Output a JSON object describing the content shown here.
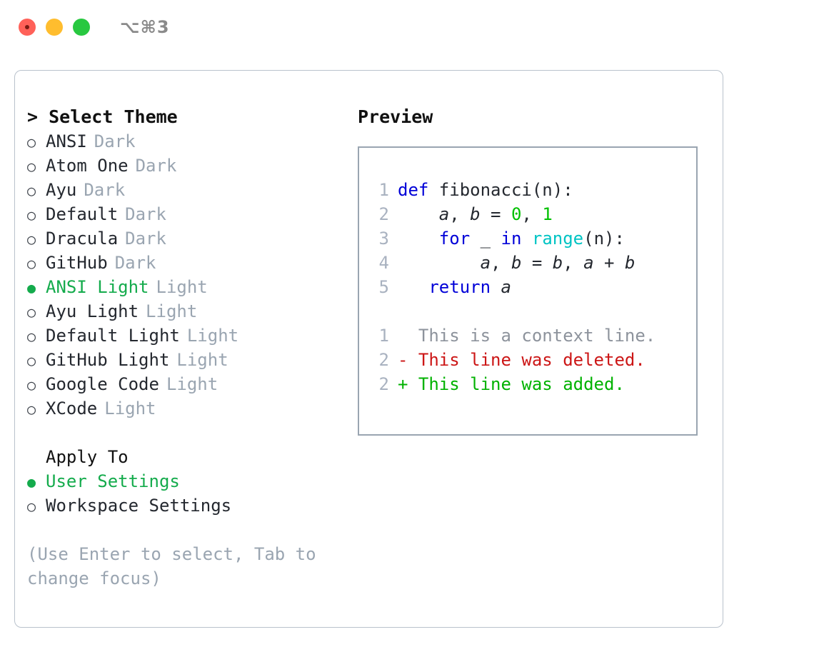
{
  "titlebar": {
    "shortcut": "⌥⌘3",
    "lights": [
      {
        "name": "close",
        "color": "#ff6159"
      },
      {
        "name": "minimize",
        "color": "#ffbd2e"
      },
      {
        "name": "zoom",
        "color": "#28c840"
      }
    ]
  },
  "left": {
    "heading": "> Select Theme",
    "themes": [
      {
        "bullet": "○",
        "name": "ANSI",
        "tag": "Dark",
        "selected": false
      },
      {
        "bullet": "○",
        "name": "Atom One",
        "tag": "Dark",
        "selected": false
      },
      {
        "bullet": "○",
        "name": "Ayu",
        "tag": "Dark",
        "selected": false
      },
      {
        "bullet": "○",
        "name": "Default",
        "tag": "Dark",
        "selected": false
      },
      {
        "bullet": "○",
        "name": "Dracula",
        "tag": "Dark",
        "selected": false
      },
      {
        "bullet": "○",
        "name": "GitHub",
        "tag": "Dark",
        "selected": false
      },
      {
        "bullet": "●",
        "name": "ANSI Light",
        "tag": "Light",
        "selected": true
      },
      {
        "bullet": "○",
        "name": "Ayu Light",
        "tag": "Light",
        "selected": false
      },
      {
        "bullet": "○",
        "name": "Default Light",
        "tag": "Light",
        "selected": false
      },
      {
        "bullet": "○",
        "name": "GitHub Light",
        "tag": "Light",
        "selected": false
      },
      {
        "bullet": "○",
        "name": "Google Code",
        "tag": "Light",
        "selected": false
      },
      {
        "bullet": "○",
        "name": "XCode",
        "tag": "Light",
        "selected": false
      }
    ],
    "apply_to": {
      "title": "Apply To",
      "options": [
        {
          "bullet": "●",
          "name": "User Settings",
          "selected": true
        },
        {
          "bullet": "○",
          "name": "Workspace Settings",
          "selected": false
        }
      ]
    },
    "hint": "(Use Enter to select, Tab to change focus)"
  },
  "right": {
    "title": "Preview",
    "code_lines": [
      {
        "num": "1",
        "tokens": [
          {
            "t": "def",
            "c": "tok-kw"
          },
          {
            "t": " fibonacci",
            "c": "tok-plain"
          },
          {
            "t": "(n):",
            "c": "tok-plain"
          }
        ]
      },
      {
        "num": "2",
        "tokens": [
          {
            "t": "    ",
            "c": "tok-plain"
          },
          {
            "t": "a",
            "c": "tok-id"
          },
          {
            "t": ", ",
            "c": "tok-plain"
          },
          {
            "t": "b",
            "c": "tok-id"
          },
          {
            "t": " = ",
            "c": "tok-plain"
          },
          {
            "t": "0",
            "c": "tok-num"
          },
          {
            "t": ", ",
            "c": "tok-plain"
          },
          {
            "t": "1",
            "c": "tok-num"
          }
        ]
      },
      {
        "num": "3",
        "tokens": [
          {
            "t": "    ",
            "c": "tok-plain"
          },
          {
            "t": "for",
            "c": "tok-kw"
          },
          {
            "t": " _ ",
            "c": "tok-plain"
          },
          {
            "t": "in",
            "c": "tok-kw"
          },
          {
            "t": " ",
            "c": "tok-plain"
          },
          {
            "t": "range",
            "c": "tok-fn"
          },
          {
            "t": "(n):",
            "c": "tok-plain"
          }
        ]
      },
      {
        "num": "4",
        "tokens": [
          {
            "t": "        ",
            "c": "tok-plain"
          },
          {
            "t": "a",
            "c": "tok-id"
          },
          {
            "t": ", ",
            "c": "tok-plain"
          },
          {
            "t": "b",
            "c": "tok-id"
          },
          {
            "t": " = ",
            "c": "tok-plain"
          },
          {
            "t": "b",
            "c": "tok-id"
          },
          {
            "t": ", ",
            "c": "tok-plain"
          },
          {
            "t": "a",
            "c": "tok-id"
          },
          {
            "t": " + ",
            "c": "tok-plain"
          },
          {
            "t": "b",
            "c": "tok-id"
          }
        ]
      },
      {
        "num": "5",
        "tokens": [
          {
            "t": "   ",
            "c": "tok-plain"
          },
          {
            "t": "return",
            "c": "tok-kw"
          },
          {
            "t": " ",
            "c": "tok-plain"
          },
          {
            "t": "a",
            "c": "tok-id"
          }
        ]
      }
    ],
    "diff_lines": [
      {
        "num": "1",
        "marker": " ",
        "text": " This is a context line.",
        "kind": "diff-ctx"
      },
      {
        "num": "2",
        "marker": "-",
        "text": " This line was deleted.",
        "kind": "diff-del"
      },
      {
        "num": "2",
        "marker": "+",
        "text": " This line was added.",
        "kind": "diff-add"
      }
    ]
  },
  "colors": {
    "accent_green": "#14ab4c",
    "muted_gray": "#9aa5b1",
    "keyword_blue": "#0000d8",
    "function_cyan": "#00c4c4",
    "number_green": "#00c000",
    "diff_del_red": "#cc1616",
    "diff_add_green": "#00b200",
    "panel_border": "#b9c2cc"
  }
}
